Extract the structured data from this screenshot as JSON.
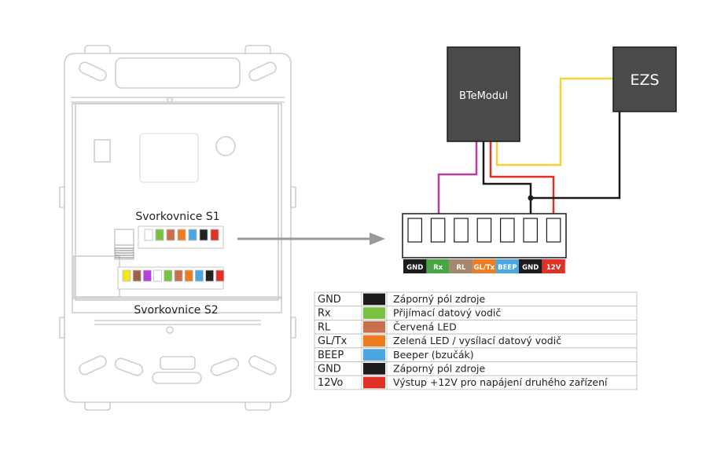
{
  "device": {
    "s1_label": "Svorkovnice S1",
    "s2_label": "Svorkovnice S2",
    "s1_terminal_colors": [
      "#ffffff",
      "#7ac142",
      "#c8704c",
      "#ee7d22",
      "#4ba6e2",
      "#222222",
      "#e03127"
    ],
    "s2_terminal_colors": [
      "#f3e61c",
      "#a0614a",
      "#b640e0",
      "#ffffff",
      "#7ac142",
      "#c8704c",
      "#ee7d22",
      "#4ba6e2",
      "#222222",
      "#e03127"
    ]
  },
  "modules": {
    "btemodul_label": "BTeModul",
    "ezs_label": "EZS"
  },
  "terminal_strip": {
    "terminals": [
      {
        "label": "GND",
        "color": "#1c1c1c"
      },
      {
        "label": "Rx",
        "color": "#4aa544"
      },
      {
        "label": "RL",
        "color": "#a7866e"
      },
      {
        "label": "GL/Tx",
        "color": "#ec7d24"
      },
      {
        "label": "BEEP",
        "color": "#4ba6e2"
      },
      {
        "label": "GND",
        "color": "#1c1c1c"
      },
      {
        "label": "12V",
        "color": "#e03127"
      }
    ]
  },
  "legend": {
    "rows": [
      {
        "name": "GND",
        "color": "#1c1c1c",
        "description": "Záporný pól zdroje"
      },
      {
        "name": "Rx",
        "color": "#7ac142",
        "description": "Přijímací datový vodič"
      },
      {
        "name": "RL",
        "color": "#c8704c",
        "description": "Červená LED"
      },
      {
        "name": "GL/Tx",
        "color": "#ee7d22",
        "description": "Zelená LED / vysílací datový vodič"
      },
      {
        "name": "BEEP",
        "color": "#4ba6e2",
        "description": "Beeper (bzučák)"
      },
      {
        "name": "GND",
        "color": "#1c1c1c",
        "description": "Záporný pól zdroje"
      },
      {
        "name": "12Vo",
        "color": "#e03127",
        "description": "Výstup +12V pro napájení druhého zařízení"
      }
    ]
  },
  "wire_colors": {
    "magenta": "#b3419c",
    "black": "#1a1a1a",
    "red": "#e03127",
    "yellow": "#f4d435",
    "arrow": "#9a9a9a",
    "module_fill": "#4a4a4a"
  }
}
